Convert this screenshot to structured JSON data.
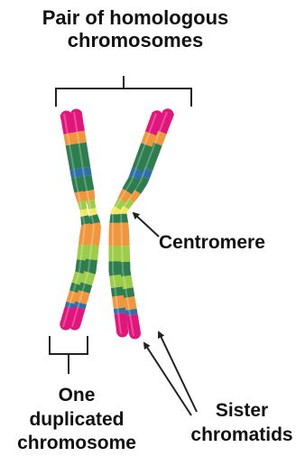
{
  "title": {
    "line1": "Pair of homologous",
    "line2": "chromosomes"
  },
  "labels": {
    "centromere": "Centromere",
    "one_duplicated": [
      "One",
      "duplicated",
      "chromosome"
    ],
    "sister_chromatids": [
      "Sister",
      "chromatids"
    ]
  },
  "colors": {
    "telomere": "#e0167c",
    "orange_band": "#f0963c",
    "dark_green_band": "#2e7d4f",
    "light_green_band": "#9ccc48",
    "blue_band": "#2d6fa8",
    "yellow_band": "#f2e85a",
    "label_text": "#111111",
    "bracket_line": "#222222"
  }
}
